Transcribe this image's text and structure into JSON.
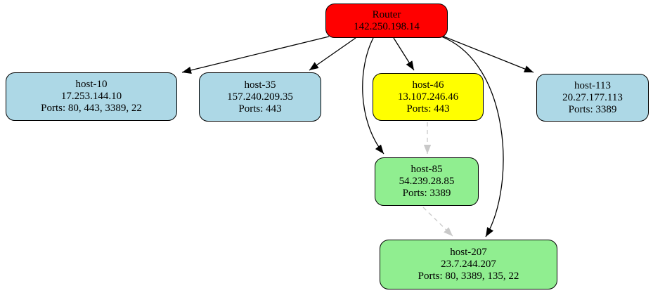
{
  "diagram": {
    "type": "network-topology-graph",
    "nodes": [
      {
        "id": "Router",
        "label": "Router",
        "ip": "142.250.198.14",
        "ports": "",
        "fill": "#ff0000"
      },
      {
        "id": "host-10",
        "label": "host-10",
        "ip": "17.253.144.10",
        "ports": "Ports: 80, 443, 3389, 22",
        "fill": "#add8e6"
      },
      {
        "id": "host-35",
        "label": "host-35",
        "ip": "157.240.209.35",
        "ports": "Ports: 443",
        "fill": "#add8e6"
      },
      {
        "id": "host-46",
        "label": "host-46",
        "ip": "13.107.246.46",
        "ports": "Ports: 443",
        "fill": "#ffff00"
      },
      {
        "id": "host-113",
        "label": "host-113",
        "ip": "20.27.177.113",
        "ports": "Ports: 3389",
        "fill": "#add8e6"
      },
      {
        "id": "host-85",
        "label": "host-85",
        "ip": "54.239.28.85",
        "ports": "Ports: 3389",
        "fill": "#90ee90"
      },
      {
        "id": "host-207",
        "label": "host-207",
        "ip": "23.7.244.207",
        "ports": "Ports: 80, 3389, 135, 22",
        "fill": "#90ee90"
      }
    ],
    "edges": [
      {
        "from": "Router",
        "to": "host-10",
        "style": "solid",
        "color": "#000000"
      },
      {
        "from": "Router",
        "to": "host-35",
        "style": "solid",
        "color": "#000000"
      },
      {
        "from": "Router",
        "to": "host-46",
        "style": "solid",
        "color": "#000000"
      },
      {
        "from": "Router",
        "to": "host-113",
        "style": "solid",
        "color": "#000000"
      },
      {
        "from": "Router",
        "to": "host-85",
        "style": "solid",
        "color": "#000000"
      },
      {
        "from": "Router",
        "to": "host-207",
        "style": "solid",
        "color": "#000000"
      },
      {
        "from": "host-46",
        "to": "host-85",
        "style": "dashed",
        "color": "#c9c9c9"
      },
      {
        "from": "host-85",
        "to": "host-207",
        "style": "dashed",
        "color": "#c9c9c9"
      }
    ]
  }
}
